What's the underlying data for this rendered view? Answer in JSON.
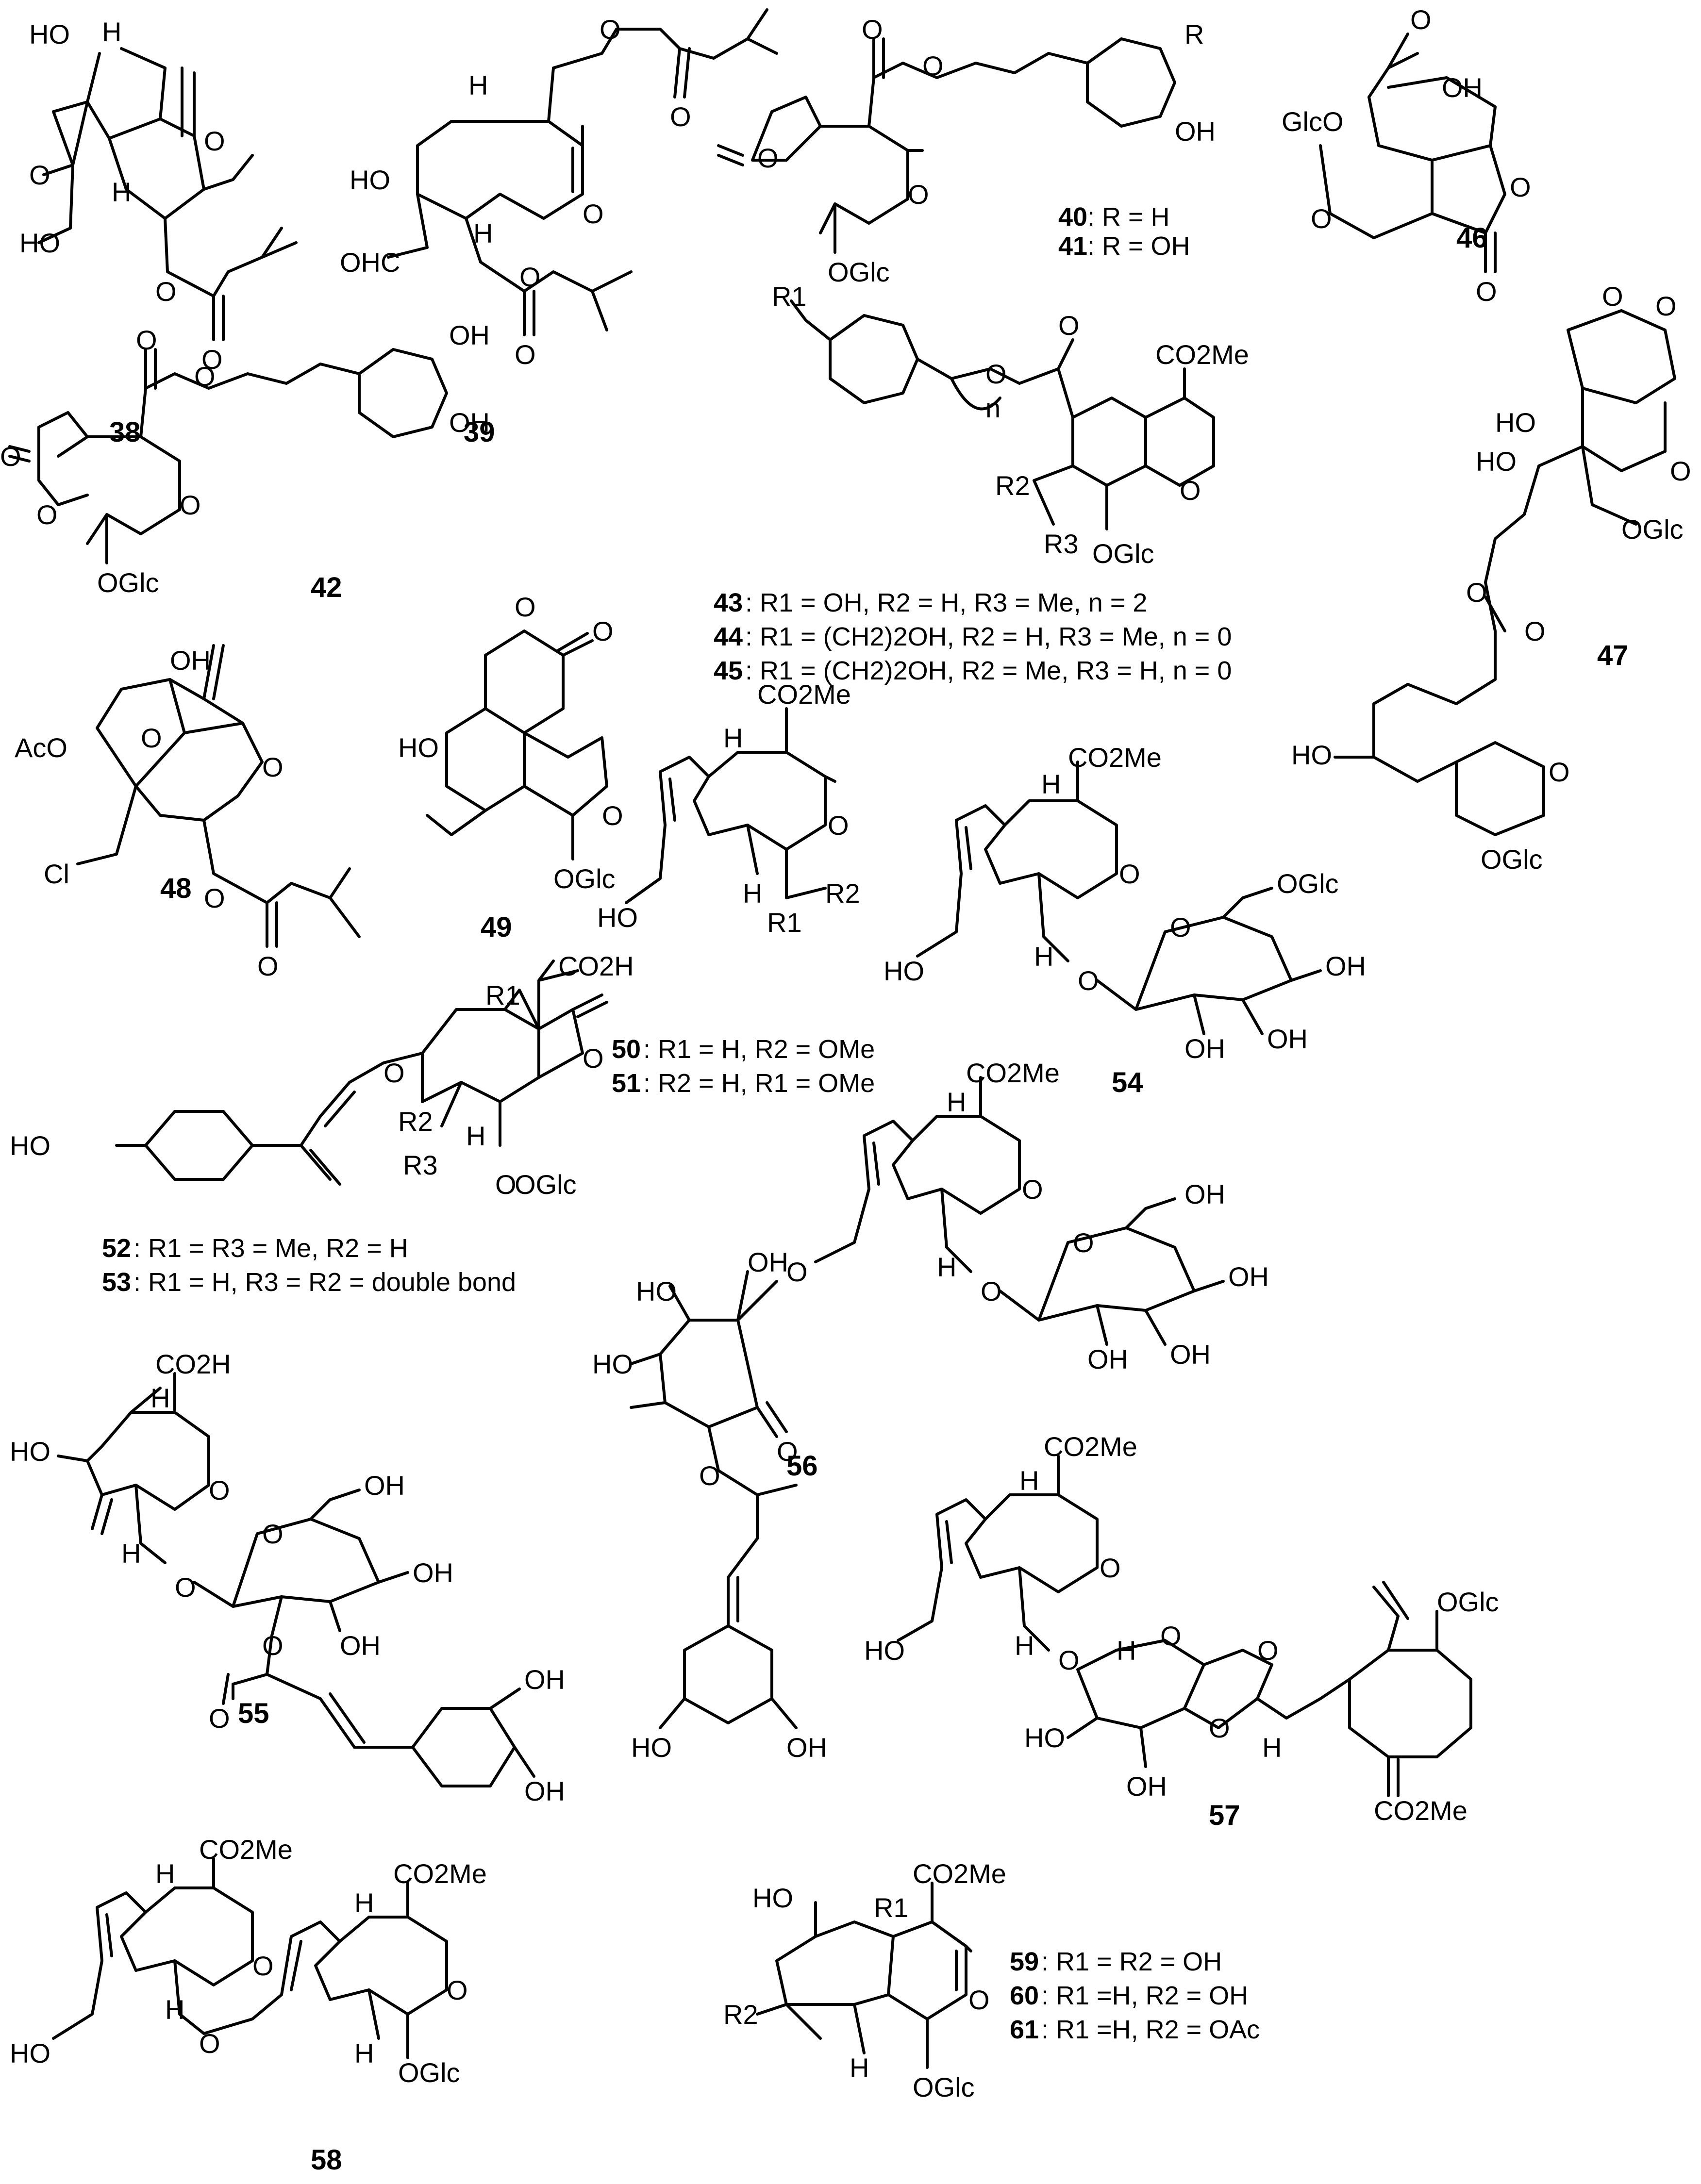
{
  "compounds": [
    {
      "id": "38",
      "labels": [
        "HO",
        "H",
        "O",
        "O",
        "O",
        "HO",
        "H",
        "O"
      ]
    },
    {
      "id": "39",
      "labels": [
        "H",
        "O",
        "O",
        "HO",
        "O",
        "OHC",
        "H",
        "O",
        "O"
      ]
    },
    {
      "id": "40",
      "caption": ": R = H"
    },
    {
      "id": "41",
      "caption": ": R = OH"
    },
    {
      "id": "40-41",
      "labels": [
        "O",
        "O",
        "R",
        "OH",
        "O",
        "O",
        "OGlc"
      ]
    },
    {
      "id": "46",
      "labels": [
        "O",
        "OH",
        "GlcO",
        "O",
        "O",
        "O"
      ]
    },
    {
      "id": "42",
      "labels": [
        "O",
        "O",
        "OH",
        "OH",
        "O",
        "O",
        "O",
        "OGlc"
      ]
    },
    {
      "id": "43-45",
      "labels": [
        "R1",
        "n",
        "O",
        "O",
        "CO2Me",
        "R2",
        "O",
        "R3",
        "OGlc"
      ]
    },
    {
      "id": "43",
      "caption": ": R1 = OH, R2 = H, R3 = Me, n = 2"
    },
    {
      "id": "44",
      "caption": ": R1 = (CH2)2OH, R2 = H, R3 = Me, n = 0"
    },
    {
      "id": "45",
      "caption": ": R1 = (CH2)2OH, R2 = Me, R3 = H, n = 0"
    },
    {
      "id": "47",
      "labels": [
        "O",
        "O",
        "HO",
        "HO",
        "O",
        "OGlc",
        "O",
        "O",
        "HO",
        "O",
        "OGlc"
      ]
    },
    {
      "id": "48",
      "labels": [
        "OH",
        "AcO",
        "O",
        "O",
        "Cl",
        "O",
        "O"
      ]
    },
    {
      "id": "49",
      "labels": [
        "O",
        "O",
        "HO",
        "O",
        "OGlc"
      ]
    },
    {
      "id": "50-51",
      "labels": [
        "CO2Me",
        "H",
        "O",
        "HO",
        "H",
        "R1",
        "R2"
      ]
    },
    {
      "id": "50",
      "caption": ": R1 = H, R2 = OMe"
    },
    {
      "id": "51",
      "caption": ": R2 = H, R1 = OMe"
    },
    {
      "id": "54",
      "labels": [
        "H",
        "CO2Me",
        "O",
        "OGlc",
        "O",
        "OH",
        "HO",
        "H",
        "O",
        "OH",
        "OH"
      ]
    },
    {
      "id": "52-53",
      "labels": [
        "CO2H",
        "R1",
        "O",
        "HO",
        "O",
        "R2",
        "R3",
        "H",
        "O",
        "OGlc"
      ]
    },
    {
      "id": "52",
      "caption": ": R1 = R3 = Me, R2 = H"
    },
    {
      "id": "53",
      "caption": ": R1 = H, R3 = R2 = double bond"
    },
    {
      "id": "56",
      "labels": [
        "H",
        "CO2Me",
        "O",
        "OH",
        "HO",
        "OH",
        "O",
        "H",
        "O",
        "OH",
        "HO",
        "O",
        "OH",
        "OH",
        "O",
        "O",
        "HO",
        "OH"
      ]
    },
    {
      "id": "55",
      "labels": [
        "CO2H",
        "H",
        "HO",
        "O",
        "H",
        "OH",
        "O",
        "O",
        "OH",
        "O",
        "OH",
        "O",
        "OH",
        "OH"
      ]
    },
    {
      "id": "57",
      "labels": [
        "CO2Me",
        "H",
        "O",
        "OGlc",
        "HO",
        "H",
        "O",
        "H",
        "O",
        "O",
        "HO",
        "O",
        "H",
        "OH",
        "CO2Me"
      ]
    },
    {
      "id": "58",
      "labels": [
        "CO2Me",
        "CO2Me",
        "H",
        "H",
        "O",
        "O",
        "HO",
        "H",
        "O",
        "H",
        "OGlc"
      ]
    },
    {
      "id": "59-61",
      "labels": [
        "HO",
        "R1",
        "CO2Me",
        "R2",
        "H",
        "O",
        "OGlc"
      ]
    },
    {
      "id": "59",
      "caption": ": R1 = R2 = OH"
    },
    {
      "id": "60",
      "caption": ": R1 =H,  R2 = OH"
    },
    {
      "id": "61",
      "caption": ": R1 =H,  R2 = OAc"
    }
  ]
}
